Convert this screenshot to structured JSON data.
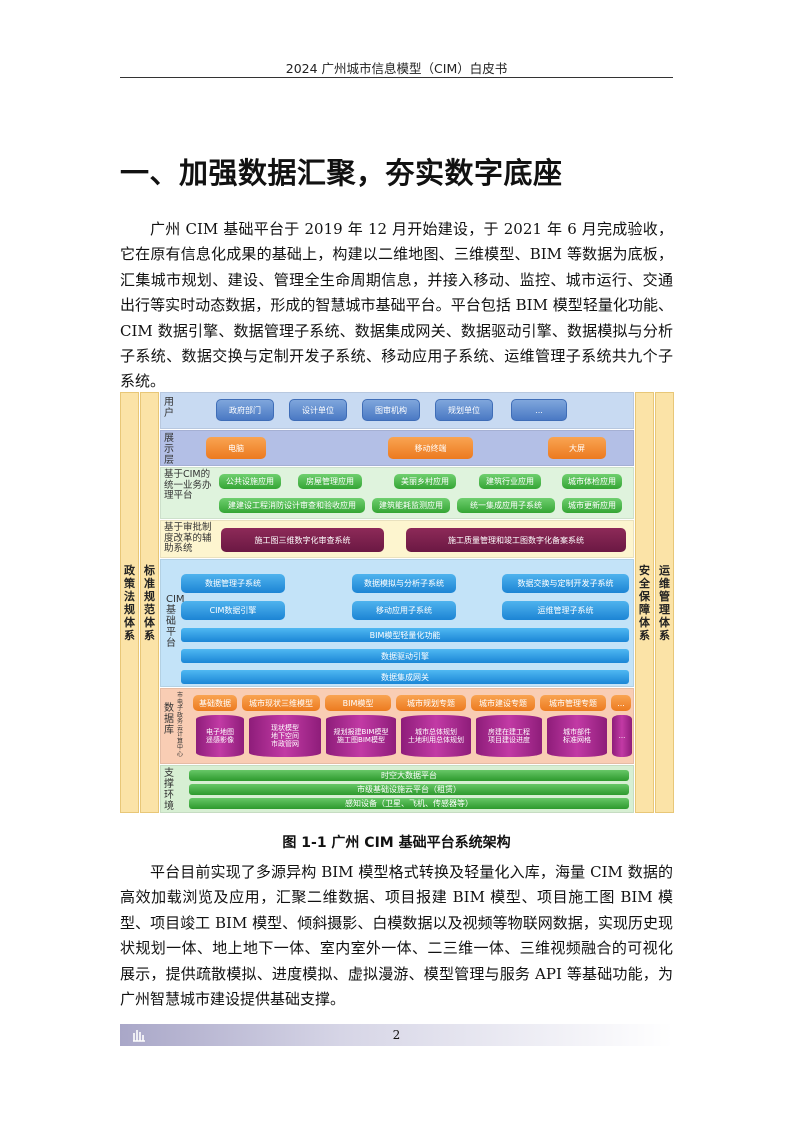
{
  "header": {
    "text": "2024 广州城市信息模型（CIM）白皮书"
  },
  "title": "一、加强数据汇聚，夯实数字底座",
  "paragraph1": "广州 CIM 基础平台于 2019 年 12 月开始建设，于 2021 年 6 月完成验收，它在原有信息化成果的基础上，构建以二维地图、三维模型、BIM 等数据为底板，汇集城市规划、建设、管理全生命周期信息，并接入移动、监控、城市运行、交通出行等实时动态数据，形成的智慧城市基础平台。平台包括 BIM 模型轻量化功能、CIM 数据引擎、数据管理子系统、数据集成网关、数据驱动引擎、数据模拟与分析子系统、数据交换与定制开发子系统、移动应用子系统、运维管理子系统共九个子系统。",
  "diagram": {
    "side_left": [
      "政策法规体系",
      "标准规范体系"
    ],
    "side_right": [
      "安全保障体系",
      "运维管理体系"
    ],
    "users": {
      "label": "用户",
      "items": [
        "政府部门",
        "设计单位",
        "图审机构",
        "规划单位",
        "..."
      ]
    },
    "display": {
      "label": "展示层",
      "items": [
        "电脑",
        "移动终端",
        "大屏"
      ]
    },
    "office": {
      "label": "基于CIM的统一业务办理平台",
      "row1": [
        "公共设施应用",
        "房屋管理应用",
        "美丽乡村应用",
        "建筑行业应用",
        "城市体检应用"
      ],
      "row2": [
        "建建设工程消防设计审查和验收应用",
        "建筑能耗监测应用",
        "统一集成应用子系统",
        "城市更新应用"
      ]
    },
    "approval": {
      "label": "基于审批制度改革的辅助系统",
      "items": [
        "施工图三维数字化审查系统",
        "施工质量管理和竣工图数字化备案系统"
      ]
    },
    "cim": {
      "label": "CIM基础平台",
      "row1": [
        "数据管理子系统",
        "数据模拟与分析子系统",
        "数据交换与定制开发子系统"
      ],
      "row2": [
        "CIM数据引擎",
        "移动应用子系统",
        "运维管理子系统"
      ],
      "bars": [
        "BIM模型轻量化功能",
        "数据驱动引擎",
        "数据集成网关"
      ]
    },
    "database": {
      "label": "数据库",
      "sublabel": "市电子政务云计算中心",
      "headers": [
        "基础数据",
        "城市现状三维模型",
        "BIM模型",
        "城市规划专题",
        "城市建设专题",
        "城市管理专题",
        "..."
      ],
      "cylinders": [
        "电子地图\n遥感影像",
        "现状模型\n地下空间\n市政管网",
        "规划报建BIM模型\n施工图BIM模型",
        "城市总体规划\n土地利用总体规划",
        "房建在建工程\n项目建设进度",
        "城市部件\n标准网格",
        "..."
      ]
    },
    "support": {
      "label": "支撑环境",
      "bars": [
        "时空大数据平台",
        "市级基础设施云平台（租赁）",
        "感知设备（卫星、飞机、传感器等）"
      ]
    }
  },
  "caption": "图 1-1  广州 CIM 基础平台系统架构",
  "paragraph2": "平台目前实现了多源异构 BIM 模型格式转换及轻量化入库，海量 CIM 数据的高效加载浏览及应用，汇聚二维数据、项目报建 BIM 模型、项目施工图 BIM 模型、项目竣工 BIM 模型、倾斜摄影、白模数据以及视频等物联网数据，实现历史现状规划一体、地上地下一体、室内室外一体、二三维一体、三维视频融合的可视化展示，提供疏散模拟、进度模拟、虚拟漫游、模型管理与服务 API 等基础功能，为广州智慧城市建设提供基础支撑。",
  "footer": {
    "page": "2"
  }
}
